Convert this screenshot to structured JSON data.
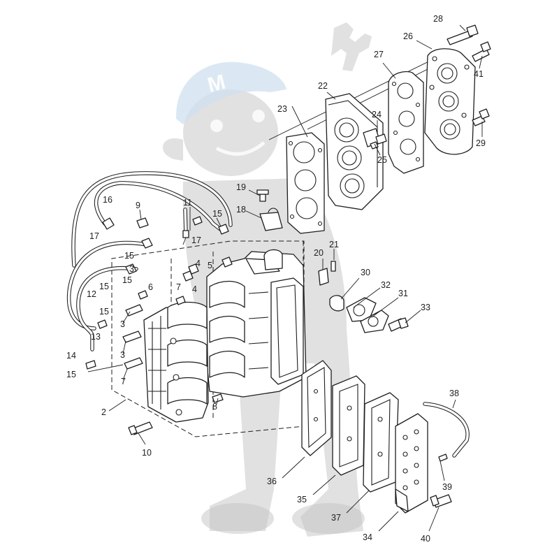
{
  "watermark": {
    "letter": "M"
  },
  "callouts": [
    {
      "id": "c2",
      "text": "2"
    },
    {
      "id": "c3a",
      "text": "3"
    },
    {
      "id": "c3b",
      "text": "3"
    },
    {
      "id": "c3c",
      "text": "3"
    },
    {
      "id": "c4a",
      "text": "4"
    },
    {
      "id": "c4b",
      "text": "4"
    },
    {
      "id": "c5",
      "text": "5"
    },
    {
      "id": "c6",
      "text": "6"
    },
    {
      "id": "c7a",
      "text": "7"
    },
    {
      "id": "c7b",
      "text": "7"
    },
    {
      "id": "c8",
      "text": "8"
    },
    {
      "id": "c9",
      "text": "9"
    },
    {
      "id": "c10",
      "text": "10"
    },
    {
      "id": "c11",
      "text": "11"
    },
    {
      "id": "c12",
      "text": "12"
    },
    {
      "id": "c13",
      "text": "13"
    },
    {
      "id": "c14",
      "text": "14"
    },
    {
      "id": "c15a",
      "text": "15"
    },
    {
      "id": "c15b",
      "text": "15"
    },
    {
      "id": "c15c",
      "text": "15"
    },
    {
      "id": "c15d",
      "text": "15"
    },
    {
      "id": "c15e",
      "text": "15"
    },
    {
      "id": "c15f",
      "text": "15"
    },
    {
      "id": "c16",
      "text": "16"
    },
    {
      "id": "c17a",
      "text": "17"
    },
    {
      "id": "c17b",
      "text": "17"
    },
    {
      "id": "c18",
      "text": "18"
    },
    {
      "id": "c19",
      "text": "19"
    },
    {
      "id": "c20",
      "text": "20"
    },
    {
      "id": "c21",
      "text": "21"
    },
    {
      "id": "c22",
      "text": "22"
    },
    {
      "id": "c23",
      "text": "23"
    },
    {
      "id": "c24",
      "text": "24"
    },
    {
      "id": "c25",
      "text": "25"
    },
    {
      "id": "c26",
      "text": "26"
    },
    {
      "id": "c27",
      "text": "27"
    },
    {
      "id": "c28",
      "text": "28"
    },
    {
      "id": "c29",
      "text": "29"
    },
    {
      "id": "c30",
      "text": "30"
    },
    {
      "id": "c31",
      "text": "31"
    },
    {
      "id": "c32",
      "text": "32"
    },
    {
      "id": "c33",
      "text": "33"
    },
    {
      "id": "c34",
      "text": "34"
    },
    {
      "id": "c35",
      "text": "35"
    },
    {
      "id": "c36",
      "text": "36"
    },
    {
      "id": "c37",
      "text": "37"
    },
    {
      "id": "c38",
      "text": "38"
    },
    {
      "id": "c39",
      "text": "39"
    },
    {
      "id": "c40",
      "text": "40"
    },
    {
      "id": "c41",
      "text": "41"
    }
  ]
}
